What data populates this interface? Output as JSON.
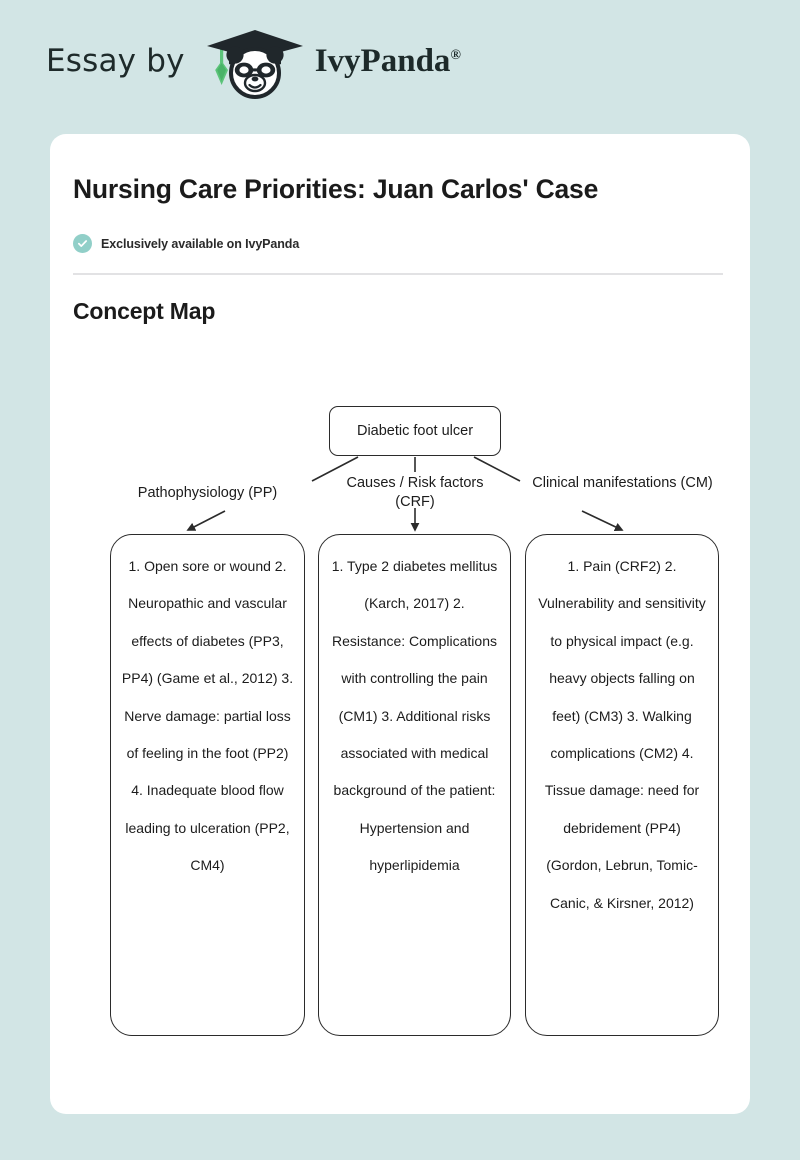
{
  "header": {
    "essay_by": "Essay by",
    "brand": "IvyPanda",
    "brand_reg": "®",
    "logo_icon": "panda-graduate-icon"
  },
  "document": {
    "title": "Nursing Care Priorities: Juan Carlos' Case",
    "badge": {
      "icon": "check-circle-icon",
      "text": "Exclusively available on IvyPanda",
      "color": "#91cfc8"
    },
    "section_title": "Concept Map"
  },
  "concept_map": {
    "root": "Diabetic foot ulcer",
    "edge_labels": [
      "Pathophysiology (PP)",
      "Causes / Risk factors (CRF)",
      "Clinical manifestations (CM)"
    ],
    "branches": [
      {
        "key": "pathophysiology",
        "text": "1. Open sore or wound 2. Neuropathic and vascular effects of diabetes (PP3, PP4) (Game et al., 2012) 3. Nerve damage: partial loss of feeling in the foot (PP2) 4. Inadequate blood flow leading to ulceration (PP2, CM4)"
      },
      {
        "key": "causes-risk-factors",
        "text": "1. Type 2 diabetes mellitus (Karch, 2017) 2. Resistance: Complications with controlling the pain (CM1) 3. Additional risks associated with medical background of the patient: Hypertension and hyperlipidemia"
      },
      {
        "key": "clinical-manifestations",
        "text": "1. Pain (CRF2) 2. Vulnerability and sensitivity to physical impact (e.g. heavy objects falling on feet) (CM3) 3. Walking complications (CM2) 4. Tissue damage: need for debridement (PP4) (Gordon, Lebrun, Tomic-Canic, & Kirsner, 2012)"
      }
    ]
  },
  "colors": {
    "page_background": "#d2e5e5",
    "card_background": "#ffffff",
    "accent": "#91cfc8",
    "text": "#1b1b1b",
    "divider": "#e2e2e4"
  }
}
